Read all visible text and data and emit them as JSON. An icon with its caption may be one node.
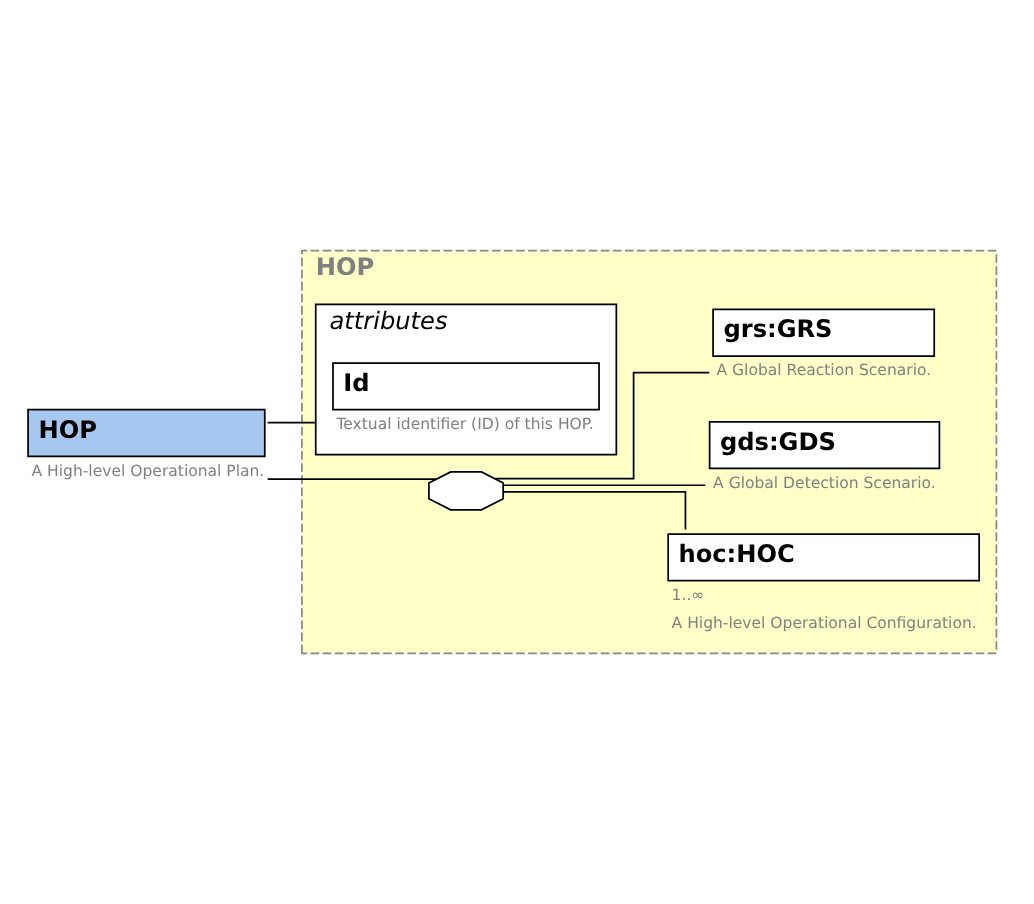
{
  "diagram": {
    "nodes": [
      {
        "text": [
          "HOP"
        ],
        "beside": [
          "A High-level Operational Plan."
        ]
      },
      {
        "text": [
          "HOP"
        ]
      },
      {
        "text": [
          "attributes"
        ],
        "in": 1
      },
      {
        "text": [
          "Id"
        ],
        "in": 2,
        "beside": [
          "Textual identifier (ID) of this HOP."
        ]
      },
      {
        "text": [],
        "shape": "octagon",
        "in": 1
      },
      {
        "text": [
          "hoc:HOC"
        ],
        "in": 1,
        "beside": [
          "1..∞",
          "A High-level Operational Configuration."
        ]
      },
      {
        "text": [
          "gds:GDS"
        ],
        "in": 1,
        "beside": [
          "A Global Detection Scenario."
        ]
      },
      {
        "text": [
          "grs:GRS"
        ],
        "in": 1,
        "beside": [
          "A Global Reaction Scenario."
        ]
      }
    ],
    "edges": [
      {
        "from": 0,
        "to": 2,
        "arrow": "none"
      },
      {
        "from": 0,
        "to": 4,
        "arrow": "none"
      },
      {
        "from": 4,
        "to": 5,
        "arrow": "none"
      },
      {
        "from": 4,
        "to": 6,
        "arrow": "none"
      },
      {
        "from": 4,
        "to": 7,
        "arrow": "none"
      }
    ]
  }
}
